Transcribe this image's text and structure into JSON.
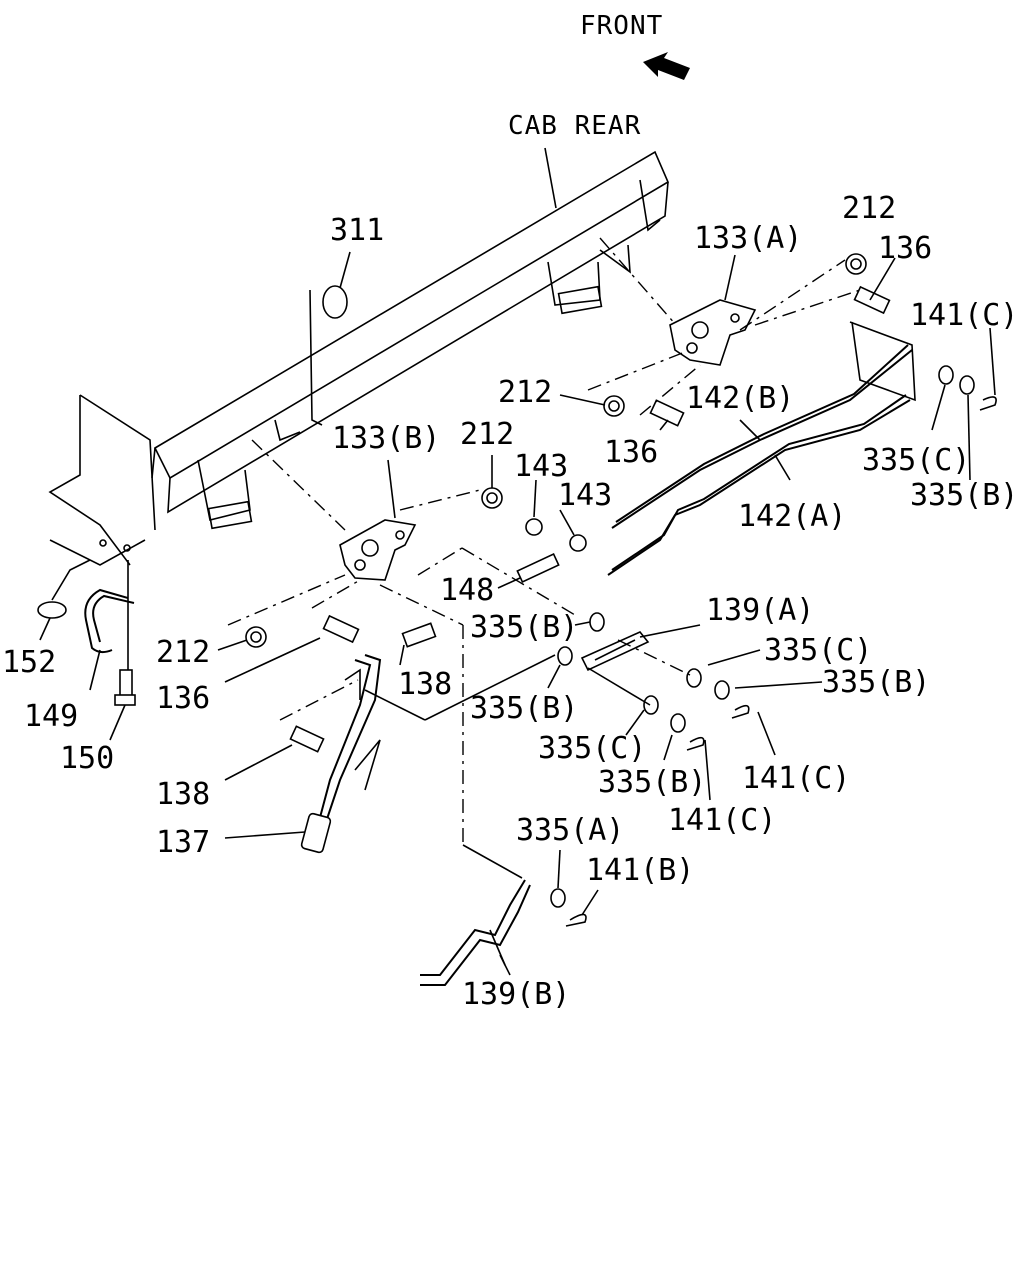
{
  "diagram": {
    "header": {
      "front": "FRONT",
      "cab_rear": "CAB REAR"
    },
    "labels": [
      {
        "key": "l311",
        "text": "311"
      },
      {
        "key": "l133a",
        "text": "133(A)"
      },
      {
        "key": "l212a",
        "text": "212"
      },
      {
        "key": "l136a",
        "text": "136"
      },
      {
        "key": "l141c_top",
        "text": "141(C)"
      },
      {
        "key": "l212b",
        "text": "212"
      },
      {
        "key": "l142b",
        "text": "142(B)"
      },
      {
        "key": "l136b",
        "text": "136"
      },
      {
        "key": "l335c_a",
        "text": "335(C)"
      },
      {
        "key": "l335b_a",
        "text": "335(B)"
      },
      {
        "key": "l142a",
        "text": "142(A)"
      },
      {
        "key": "l133b",
        "text": "133(B)"
      },
      {
        "key": "l212c",
        "text": "212"
      },
      {
        "key": "l143a",
        "text": "143"
      },
      {
        "key": "l143b",
        "text": "143"
      },
      {
        "key": "l148",
        "text": "148"
      },
      {
        "key": "l335b_b",
        "text": "335(B)"
      },
      {
        "key": "l139a",
        "text": "139(A)"
      },
      {
        "key": "l335c_b",
        "text": "335(C)"
      },
      {
        "key": "l335b_c",
        "text": "335(B)"
      },
      {
        "key": "l212d",
        "text": "212"
      },
      {
        "key": "l136c",
        "text": "136"
      },
      {
        "key": "l138a",
        "text": "138"
      },
      {
        "key": "l335b_d",
        "text": "335(B)"
      },
      {
        "key": "l152",
        "text": "152"
      },
      {
        "key": "l149",
        "text": "149"
      },
      {
        "key": "l150",
        "text": "150"
      },
      {
        "key": "l335c_c",
        "text": "335(C)"
      },
      {
        "key": "l335b_e",
        "text": "335(B)"
      },
      {
        "key": "l141c_b",
        "text": "141(C)"
      },
      {
        "key": "l141c_c",
        "text": "141(C)"
      },
      {
        "key": "l138b",
        "text": "138"
      },
      {
        "key": "l137",
        "text": "137"
      },
      {
        "key": "l335a",
        "text": "335(A)"
      },
      {
        "key": "l141b",
        "text": "141(B)"
      },
      {
        "key": "l139b",
        "text": "139(B)"
      }
    ]
  }
}
